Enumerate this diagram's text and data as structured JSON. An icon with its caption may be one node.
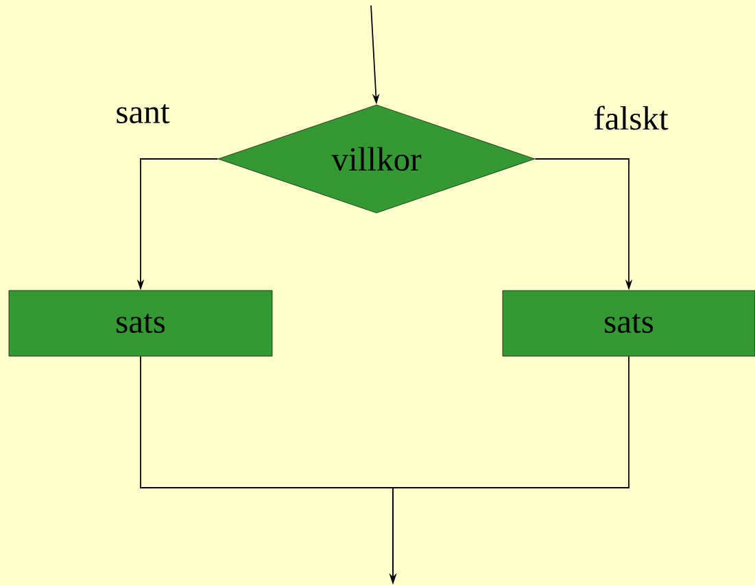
{
  "diagram": {
    "nodes": [
      {
        "text": [
          "villkor"
        ]
      },
      {
        "text": [
          "sats"
        ]
      },
      {
        "text": [
          "sats"
        ]
      }
    ],
    "edges": [
      {
        "from": null,
        "to": 0,
        "arrow": "to"
      },
      {
        "from": 0,
        "to": 1,
        "arrow": "to",
        "label": "sant"
      },
      {
        "from": 0,
        "to": 2,
        "arrow": "to",
        "label": "falskt"
      },
      {
        "from": 1,
        "to": null,
        "arrow": "to"
      },
      {
        "from": 2,
        "to": null,
        "arrow": "to"
      }
    ]
  }
}
